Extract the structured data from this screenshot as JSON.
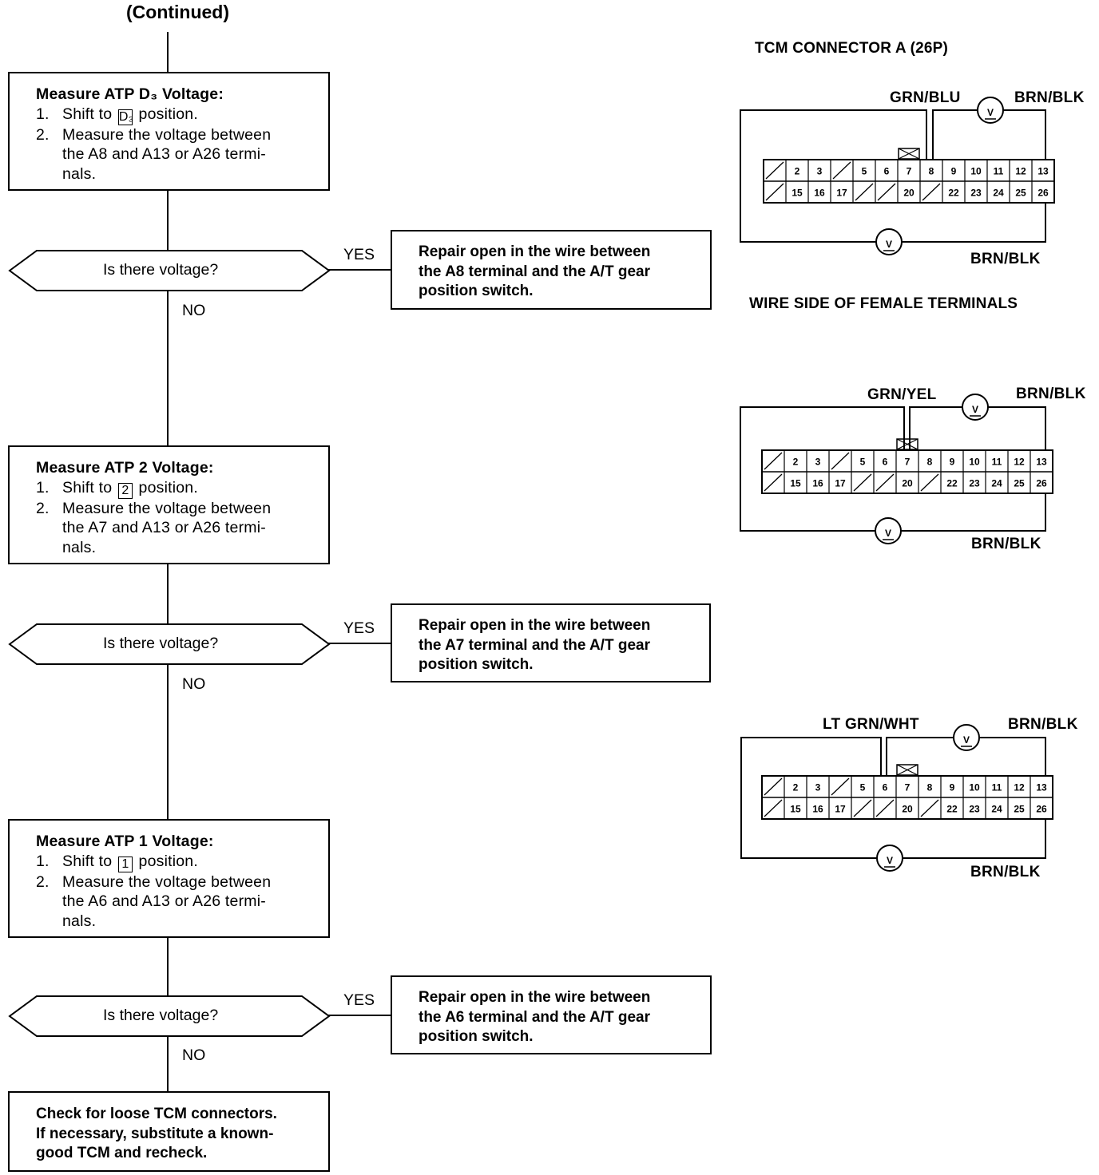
{
  "continued": "(Continued)",
  "steps": [
    {
      "title": "Measure ATP D₃ Voltage:",
      "line1": [
        "1.",
        "Shift to ",
        "D₃",
        " position."
      ],
      "line2": [
        "2.",
        "Measure the voltage between"
      ],
      "line2b": "the A8 and A13 or A26 termi-",
      "line2c": "nals."
    },
    {
      "title": "Measure ATP 2 Voltage:",
      "line1": [
        "1.",
        "Shift to ",
        "2",
        " position."
      ],
      "line2": [
        "2.",
        "Measure the voltage between"
      ],
      "line2b": "the A7 and A13 or A26 termi-",
      "line2c": "nals."
    },
    {
      "title": "Measure ATP 1 Voltage:",
      "line1": [
        "1.",
        "Shift to ",
        "1",
        " position."
      ],
      "line2": [
        "2.",
        "Measure the voltage between"
      ],
      "line2b": "the A6 and A13 or A26 termi-",
      "line2c": "nals."
    }
  ],
  "decision": "Is there voltage?",
  "yes": "YES",
  "no": "NO",
  "repairs": [
    [
      "Repair open in the wire between",
      "the A8 terminal and the A/T gear",
      "position switch."
    ],
    [
      "Repair open in the wire between",
      "the A7 terminal and the A/T gear",
      "position switch."
    ],
    [
      "Repair open in the wire between",
      "the A6 terminal and the A/T gear",
      "position switch."
    ]
  ],
  "final": [
    "Check for loose TCM connectors.",
    "If necessary, substitute a known-",
    "good TCM and recheck."
  ],
  "connector_header": "TCM CONNECTOR A (26P)",
  "wire_side": "WIRE SIDE OF FEMALE TERMINALS",
  "meter_symbol": "V",
  "connectors": [
    {
      "probe_wire": "GRN/BLU",
      "ground_top": "BRN/BLK",
      "ground_bottom": "BRN/BLK"
    },
    {
      "probe_wire": "GRN/YEL",
      "ground_top": "BRN/BLK",
      "ground_bottom": "BRN/BLK"
    },
    {
      "probe_wire": "LT GRN/WHT",
      "ground_top": "BRN/BLK",
      "ground_bottom": "BRN/BLK"
    }
  ],
  "terminals_top": [
    "",
    "2",
    "3",
    "",
    "5",
    "6",
    "7",
    "8",
    "9",
    "10",
    "11",
    "12",
    "13"
  ],
  "terminals_bottom": [
    "",
    "15",
    "16",
    "17",
    "",
    "",
    "20",
    "",
    "22",
    "23",
    "24",
    "25",
    "26"
  ]
}
